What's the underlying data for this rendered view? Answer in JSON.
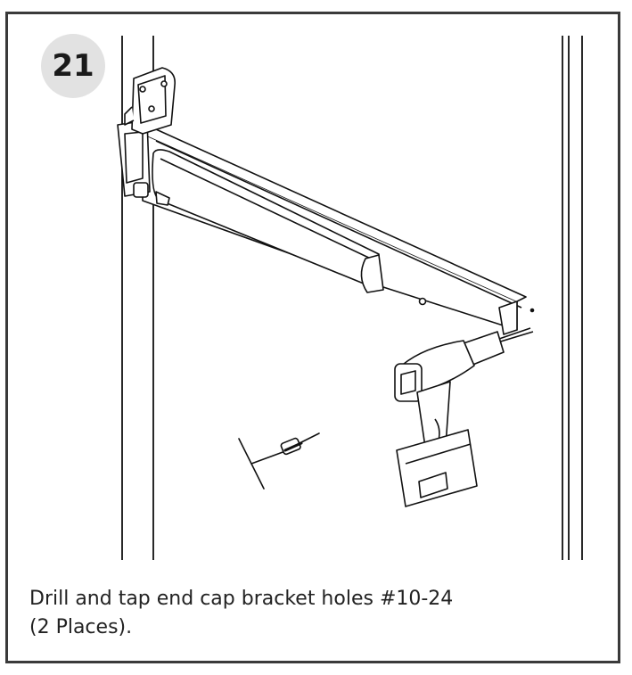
{
  "step": {
    "number": "21",
    "instruction_line1": "Drill and tap end cap bracket holes #10-24",
    "instruction_line2": "(2 Places)."
  },
  "illustration": {
    "parts": [
      "door-frame",
      "exit-device-rail",
      "end-cap-bracket",
      "cordless-drill",
      "tap-wrench"
    ],
    "line_color": "#111111"
  }
}
